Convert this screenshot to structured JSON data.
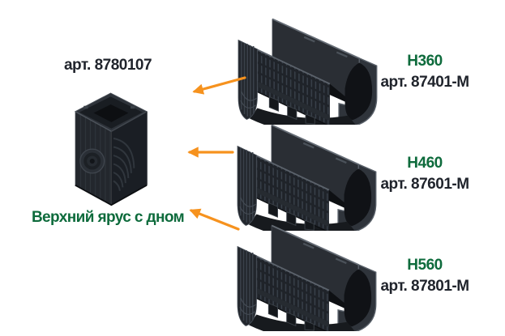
{
  "colors": {
    "background": "#ffffff",
    "accent_orange": "#f6921e",
    "brand_green": "#0e6b3c",
    "text_dark": "#20242c",
    "product_black": "#23262b"
  },
  "sand_trap": {
    "article": "арт. 8780107",
    "caption": "Верхний ярус с дном"
  },
  "channels": [
    {
      "height_label": "H360",
      "article": "арт. 87401-M"
    },
    {
      "height_label": "H460",
      "article": "арт. 87601-M"
    },
    {
      "height_label": "H560",
      "article": "арт. 87801-M"
    }
  ],
  "icons": {
    "arrow_icon": "orange arrow pointing left from each channel to the sand trap"
  }
}
